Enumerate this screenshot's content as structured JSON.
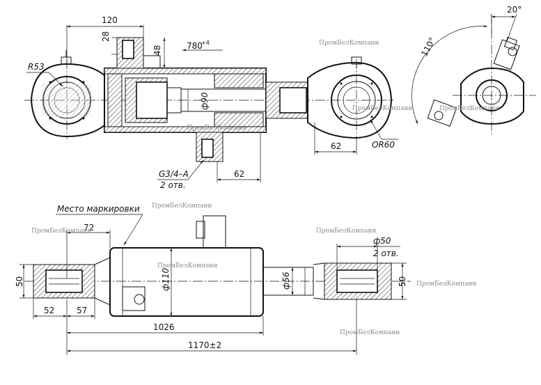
{
  "drawing": {
    "top_view": {
      "dim_eye_spacing": "120",
      "dim_port_offset": "28",
      "dim_port_height": "48",
      "dim_stroke": "780",
      "dim_stroke_tol": "+4",
      "dim_outer_radius": "R53",
      "dim_rod": "ф90",
      "dim_right_eye_offset": "62",
      "dim_right_eye_radius": "OR60",
      "port_thread": "G3/4–A",
      "port_count": "2 отв.",
      "dim_port_to_end": "62"
    },
    "side_view": {
      "dim_angle_top": "20°",
      "dim_angle_arc": "110°"
    },
    "bottom_view": {
      "marking_label": "Место маркировки",
      "dim_left_offset": "72",
      "dim_eye_width_left": "50",
      "dim_left_a": "52",
      "dim_left_b": "57",
      "dim_body_dia": "ф110",
      "dim_rod_dia": "ф56",
      "dim_right_hole_dia": "ф50",
      "dim_right_hole_count": "2 отв.",
      "dim_eye_width_right": "50",
      "dim_body_length": "1026",
      "dim_total_length": "1170±2"
    },
    "watermark_text": "ПромБелКомпани"
  }
}
